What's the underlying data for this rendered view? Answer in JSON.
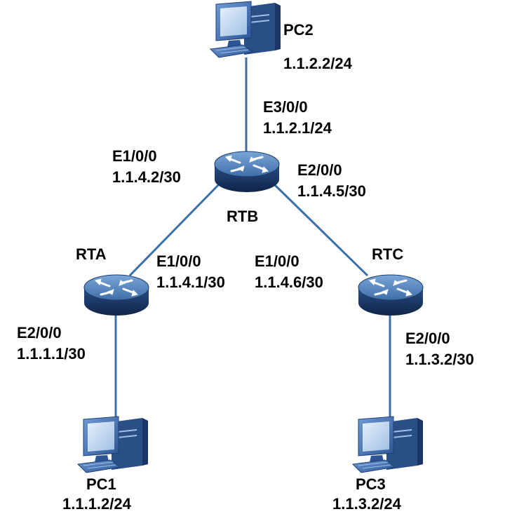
{
  "colors": {
    "link": "#3c6fa8",
    "router_top": "#5a8cc4",
    "router_side": "#16325c",
    "pc_body": "#3f6eb0",
    "pc_screen": "#bcd3ee"
  },
  "devices": {
    "pc2": {
      "name": "PC2",
      "ip": "1.1.2.2/24",
      "icon": "pc-icon"
    },
    "pc1": {
      "name": "PC1",
      "ip": "1.1.1.2/24",
      "icon": "pc-icon"
    },
    "pc3": {
      "name": "PC3",
      "ip": "1.1.3.2/24",
      "icon": "pc-icon"
    },
    "rta": {
      "name": "RTA",
      "icon": "router-icon"
    },
    "rtb": {
      "name": "RTB",
      "icon": "router-icon"
    },
    "rtc": {
      "name": "RTC",
      "icon": "router-icon"
    }
  },
  "interfaces": {
    "rtb_e3": {
      "port": "E3/0/0",
      "ip": "1.1.2.1/24"
    },
    "rtb_e1": {
      "port": "E1/0/0",
      "ip": "1.1.4.2/30"
    },
    "rtb_e2": {
      "port": "E2/0/0",
      "ip": "1.1.4.5/30"
    },
    "rta_e1": {
      "port": "E1/0/0",
      "ip": "1.1.4.1/30"
    },
    "rta_e2": {
      "port": "E2/0/0",
      "ip": "1.1.1.1/30"
    },
    "rtc_e1": {
      "port": "E1/0/0",
      "ip": "1.1.4.6/30"
    },
    "rtc_e2": {
      "port": "E2/0/0",
      "ip": "1.1.3.2/30"
    }
  }
}
